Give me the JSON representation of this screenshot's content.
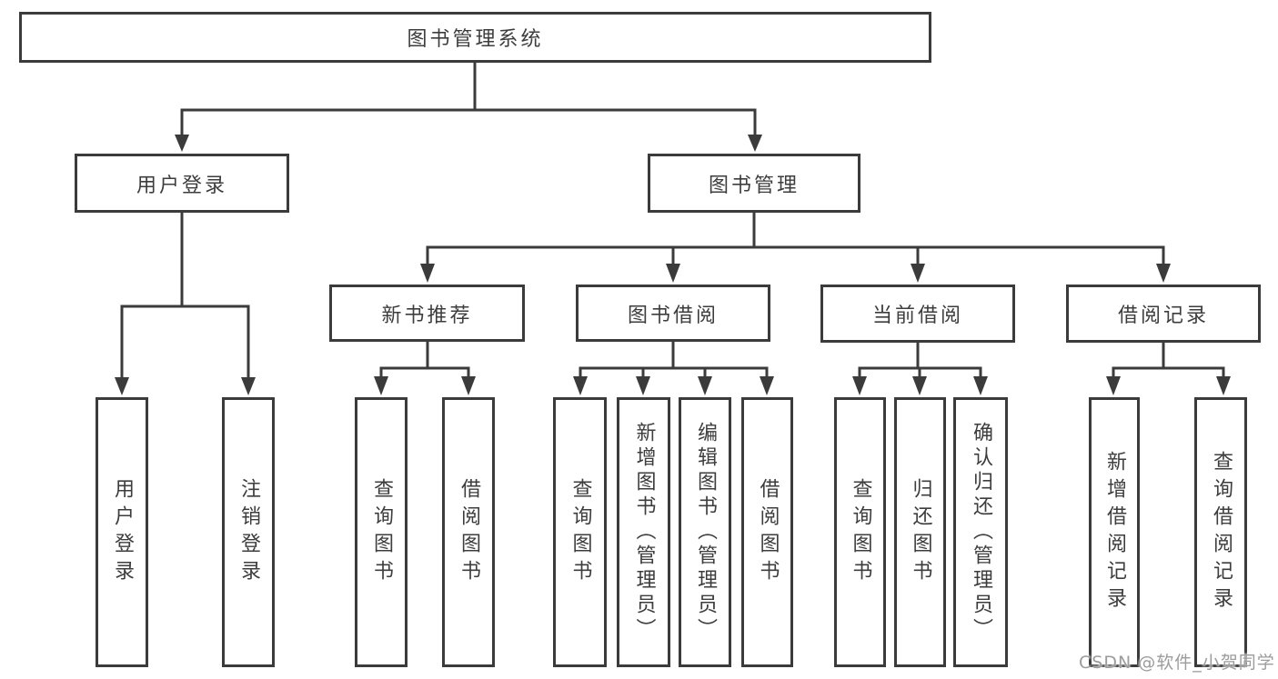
{
  "title": "图书管理系统",
  "level2": [
    "用户登录",
    "图书管理"
  ],
  "level3": [
    "新书推荐",
    "图书借阅",
    "当前借阅",
    "借阅记录"
  ],
  "leaves": {
    "user": [
      "用户登录",
      "注销登录"
    ],
    "recommend": [
      "查询图书",
      "借阅图书"
    ],
    "borrow": [
      "查询图书",
      "新增图书（管理员）",
      "编辑图书（管理员）",
      "借阅图书"
    ],
    "current": [
      "查询图书",
      "归还图书",
      "确认归还（管理员）"
    ],
    "records": [
      "新增借阅记录",
      "查询借阅记录"
    ]
  },
  "watermark": "CSDN @软件_小贺同学",
  "colors": {
    "line": "#3b3b3b",
    "text": "#3d3d3d",
    "box_background": "#ffffff",
    "watermark": "#9c9c9c"
  }
}
